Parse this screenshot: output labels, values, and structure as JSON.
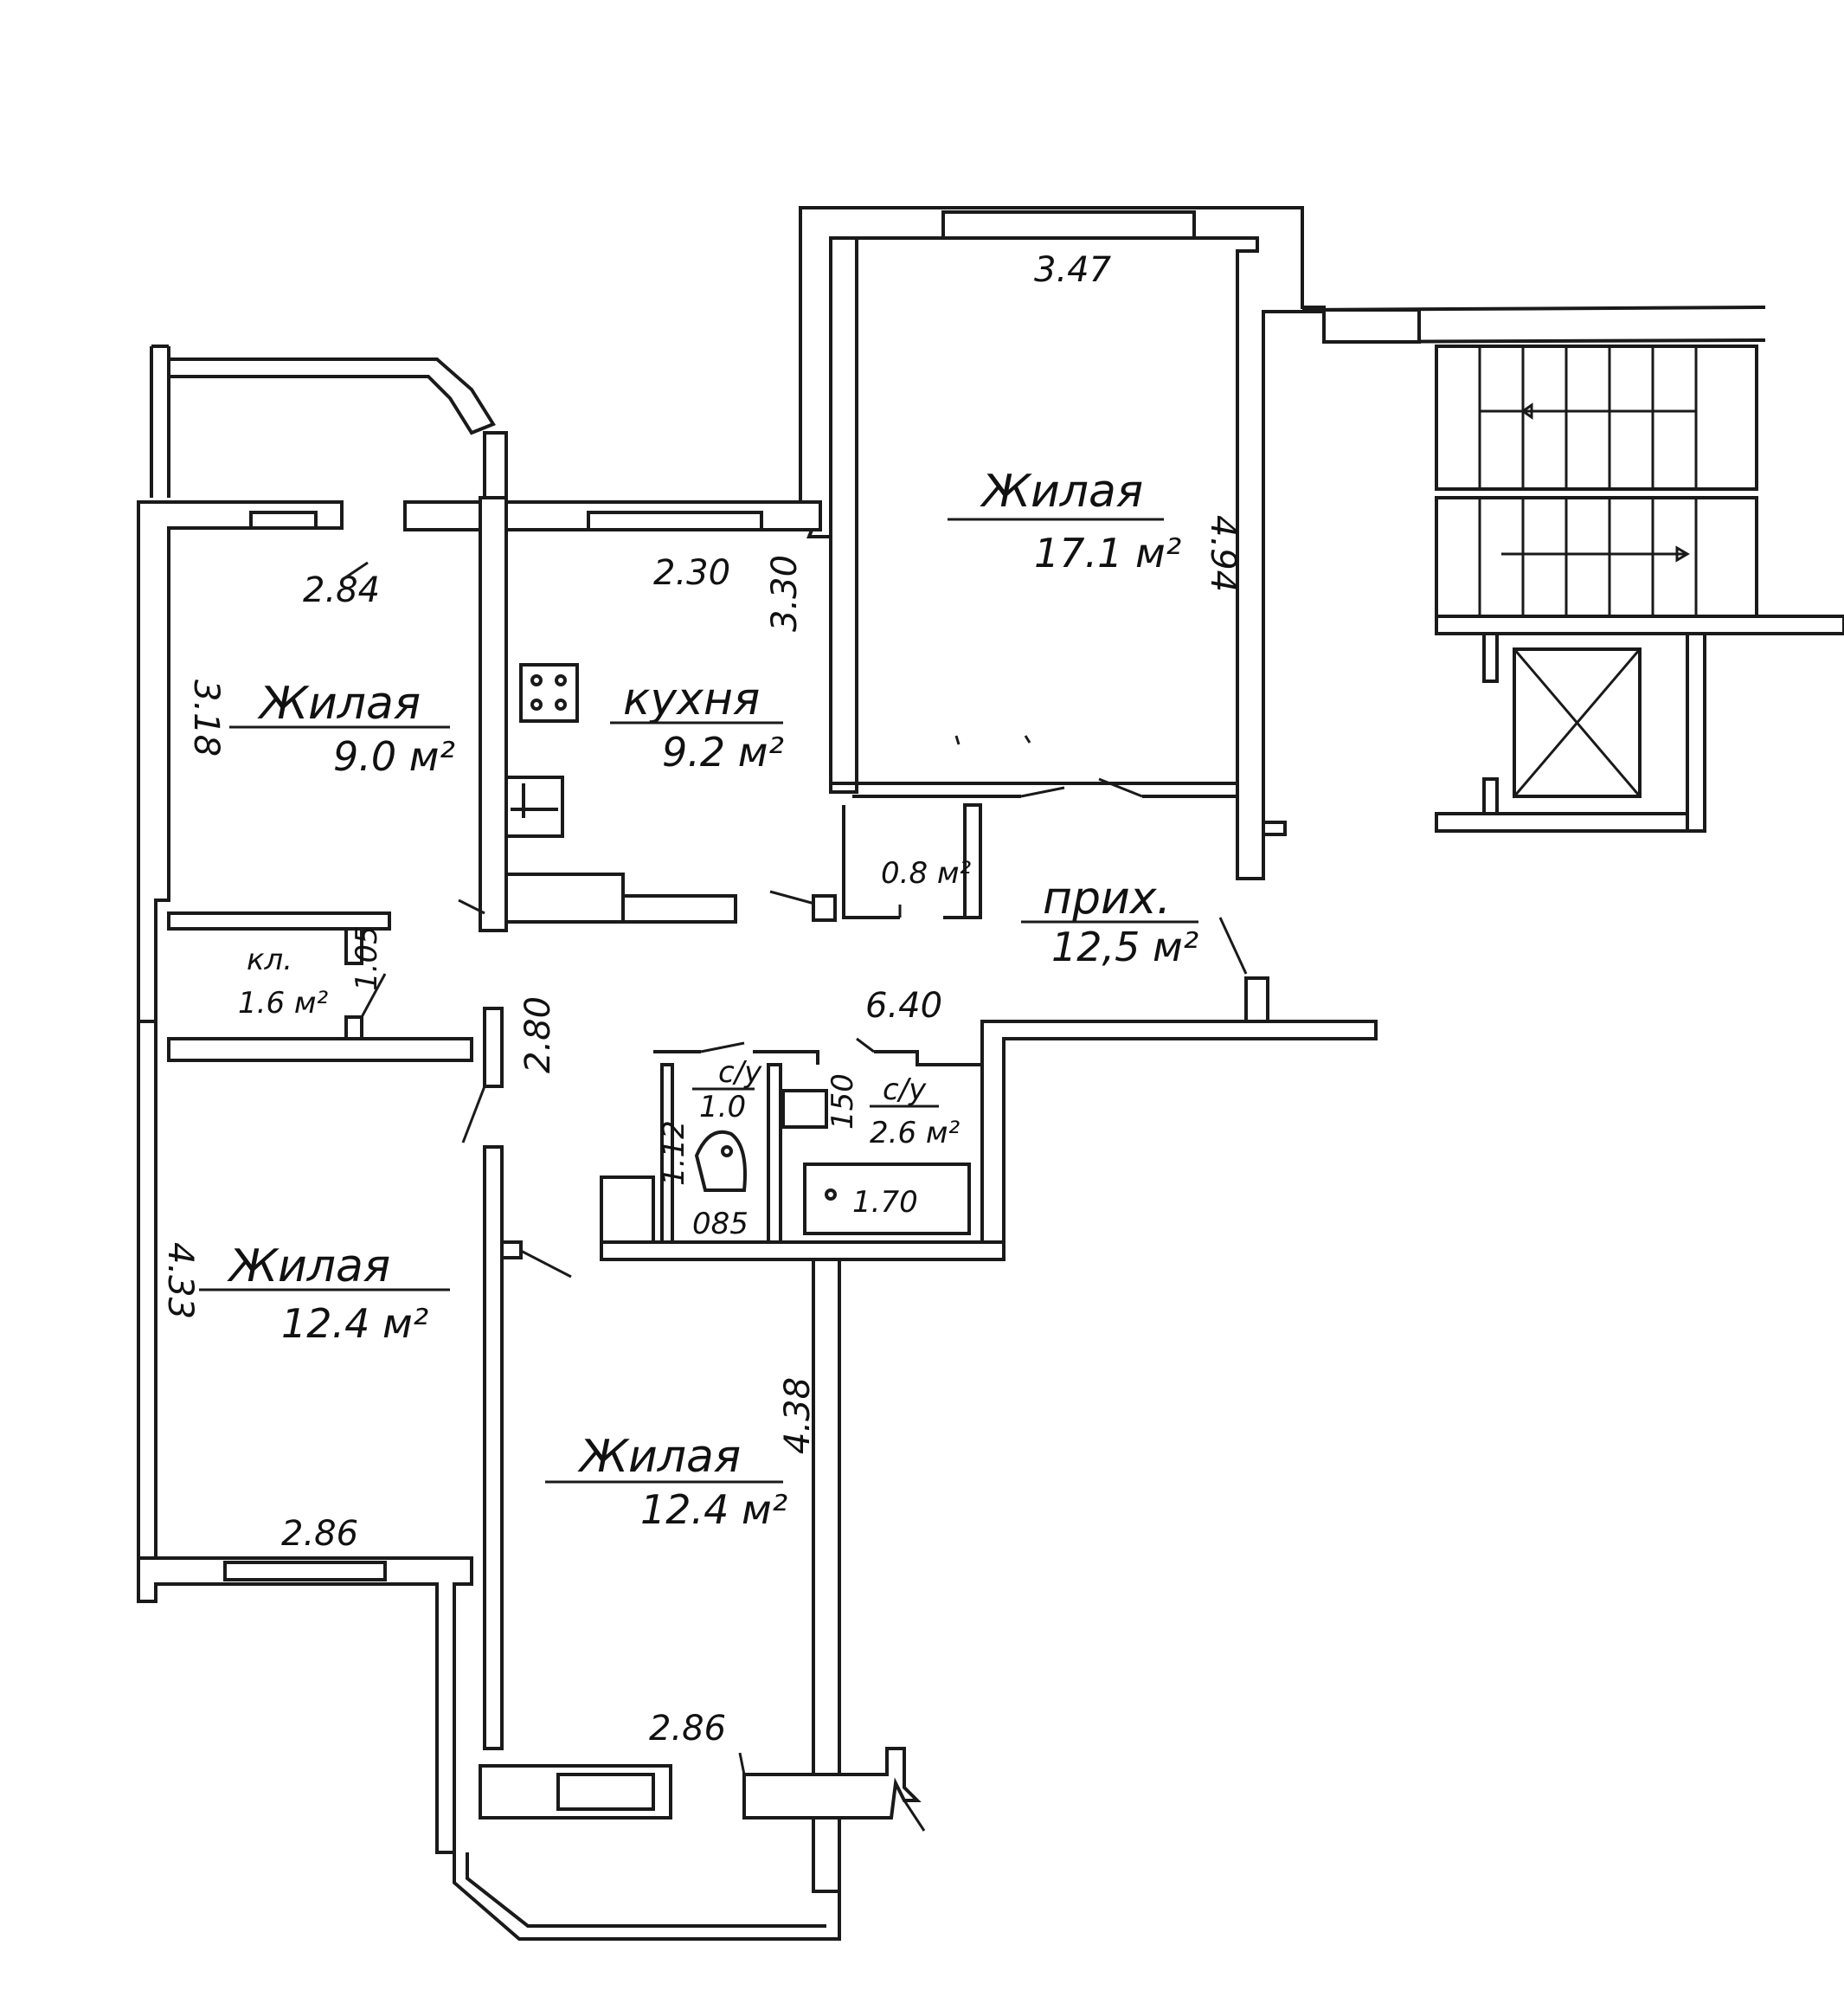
{
  "rooms": {
    "living_top": {
      "name": "Жилая",
      "area": "17.1 м²"
    },
    "living_left": {
      "name": "Жилая",
      "area": "9.0 м²"
    },
    "kitchen": {
      "name": "кухня",
      "area": "9.2 м²"
    },
    "storage": {
      "name": "кл.",
      "area": "1.6 м²"
    },
    "closet": {
      "area": "0.8 м²"
    },
    "hall": {
      "name": "прих.",
      "area": "12,5 м²"
    },
    "wc": {
      "name": "с/у",
      "area": "1.0"
    },
    "bath": {
      "name": "с/у",
      "area": "2.6 м²"
    },
    "living_bl": {
      "name": "Жилая",
      "area": "12.4 м²"
    },
    "living_bc": {
      "name": "Жилая",
      "area": "12.4 м²"
    }
  },
  "dimensions": {
    "d347": "3.47",
    "d494": "4.94",
    "d284": "2.84",
    "d230": "2.30",
    "d330": "3.30",
    "d318": "3.18",
    "d105": "1.05",
    "d280": "2.80",
    "d640": "6.40",
    "d150": "150",
    "d112": "1.12",
    "d085": "085",
    "d170": "1.70",
    "d433": "4.33",
    "d438": "4.38",
    "d286a": "2.86",
    "d286b": "2.86"
  },
  "colors": {
    "ink": "#1a1a1a",
    "paper": "#ffffff"
  }
}
